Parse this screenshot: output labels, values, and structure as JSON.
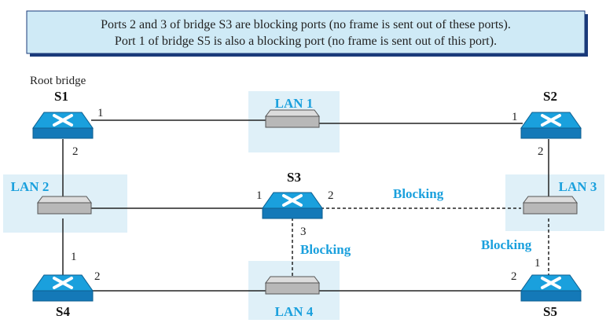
{
  "note": {
    "line1": "Ports 2 and 3 of bridge S3 are blocking ports (no frame is sent out of these ports).",
    "line2": "Port 1 of bridge S5 is also a blocking port (no frame is sent out of this port)."
  },
  "root_label": "Root bridge",
  "bridges": {
    "s1": {
      "name": "S1",
      "ports": {
        "p1": "1",
        "p2": "2"
      }
    },
    "s2": {
      "name": "S2",
      "ports": {
        "p1": "1",
        "p2": "2"
      }
    },
    "s3": {
      "name": "S3",
      "ports": {
        "p1": "1",
        "p2": "2",
        "p3": "3"
      }
    },
    "s4": {
      "name": "S4",
      "ports": {
        "p1": "1",
        "p2": "2"
      }
    },
    "s5": {
      "name": "S5",
      "ports": {
        "p1": "1",
        "p2": "2"
      }
    }
  },
  "lans": {
    "lan1": "LAN 1",
    "lan2": "LAN 2",
    "lan3": "LAN 3",
    "lan4": "LAN 4"
  },
  "blocking_labels": {
    "s3_port2": "Blocking",
    "s3_port3": "Blocking",
    "s5_port1": "Blocking"
  },
  "colors": {
    "note_bg": "#cfeaf6",
    "note_shadow": "#1a3a7a",
    "lan_bg": "#dff0f8",
    "bridge_top": "#1aa0dd",
    "bridge_body": "#1479b8",
    "hub_top": "#dcdcdc",
    "hub_body": "#b8b8b8",
    "accent": "#1aa0dd"
  }
}
